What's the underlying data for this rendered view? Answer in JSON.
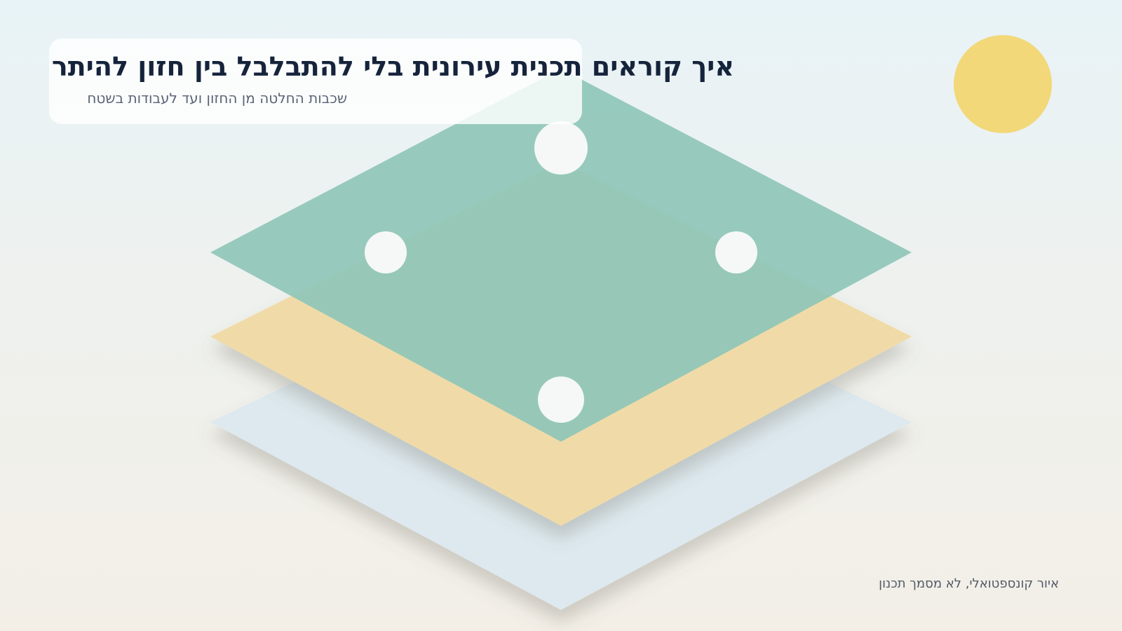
{
  "header": {
    "title": "איך קוראים תכנית עירונית בלי להתבלבל בין חזון להיתר",
    "subtitle": "שכבות החלטה מן החזון ועד לעבודות בשטח"
  },
  "footnote": "איור קונספטואלי, לא מסמך תכנון",
  "layers": [
    {
      "name": "bottom-layer",
      "color": "#dde9ee"
    },
    {
      "name": "middle-layer",
      "color": "#f0dba8"
    },
    {
      "name": "top-layer",
      "color": "#8fc7b8"
    }
  ],
  "colors": {
    "sun": "#f2d879",
    "node": "#f5f8f7",
    "title": "#15233b",
    "subtitle": "#5a6475"
  }
}
